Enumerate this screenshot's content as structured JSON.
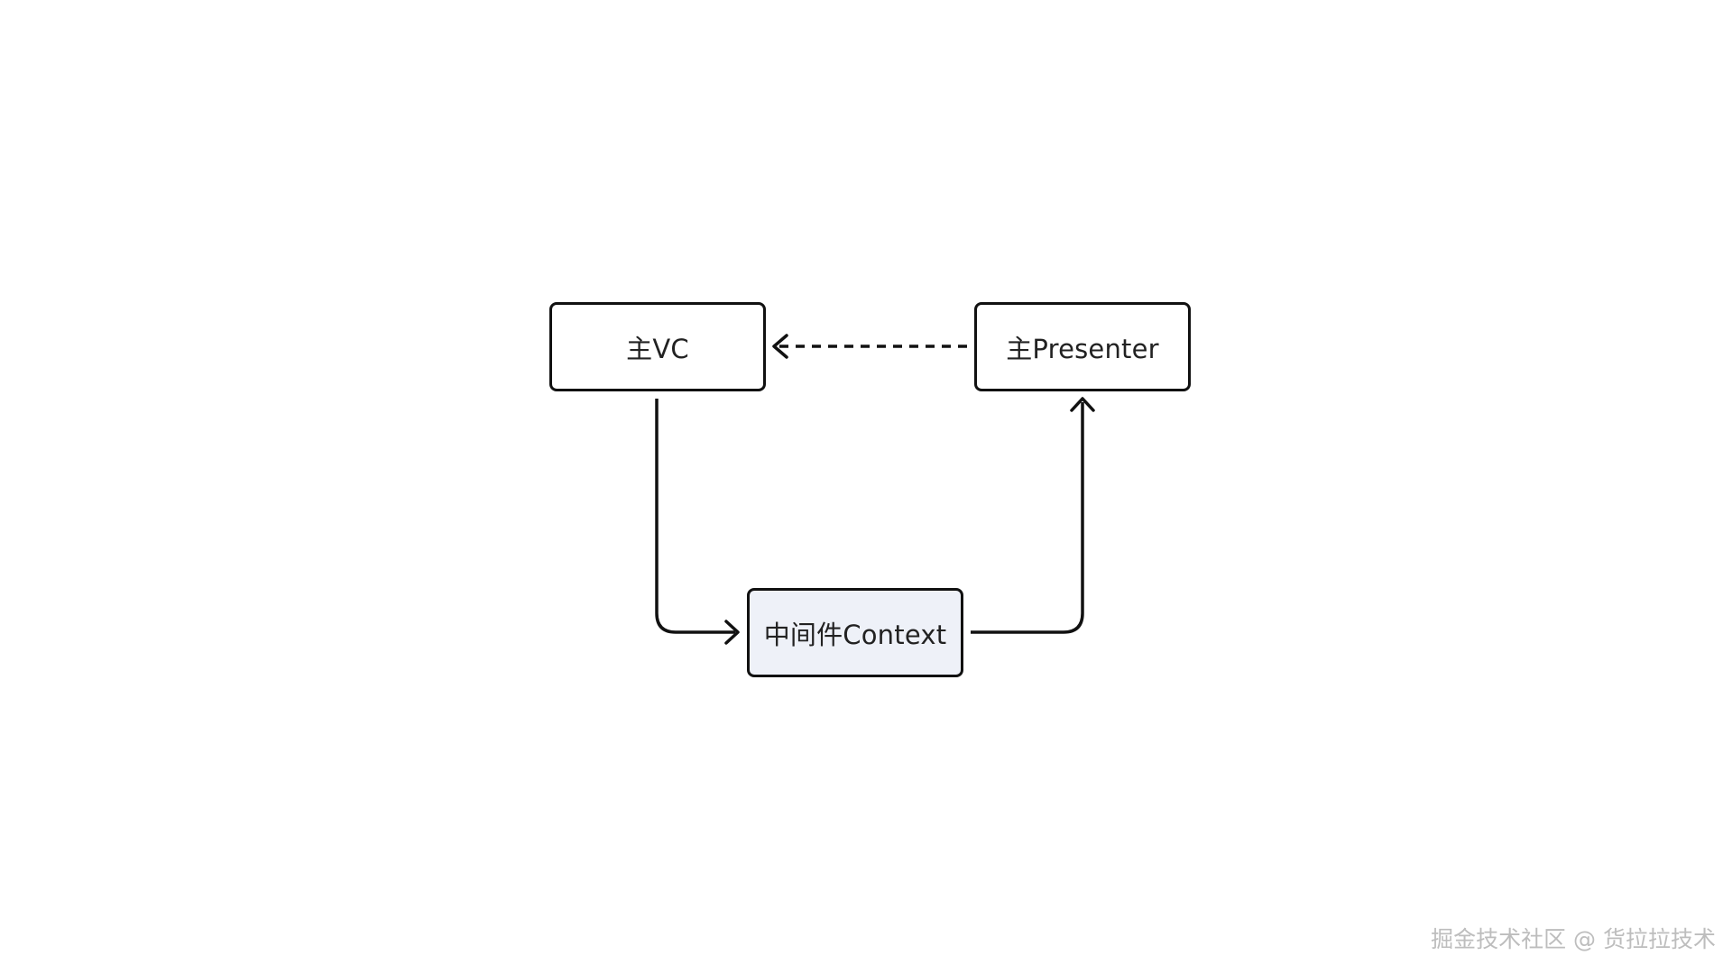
{
  "diagram": {
    "nodes": {
      "vc": {
        "label": "主VC"
      },
      "presenter": {
        "label": "主Presenter"
      },
      "context": {
        "label": "中间件Context"
      }
    },
    "edges": [
      {
        "from": "presenter",
        "to": "vc",
        "style": "dashed"
      },
      {
        "from": "vc",
        "to": "context",
        "style": "solid"
      },
      {
        "from": "context",
        "to": "presenter",
        "style": "solid"
      }
    ],
    "colors": {
      "stroke": "#111111",
      "node_fill": "#ffffff",
      "context_fill": "#eef1f8",
      "watermark": "#bdbdbd"
    }
  },
  "watermark": {
    "text": "掘金技术社区 @ 货拉拉技术"
  }
}
